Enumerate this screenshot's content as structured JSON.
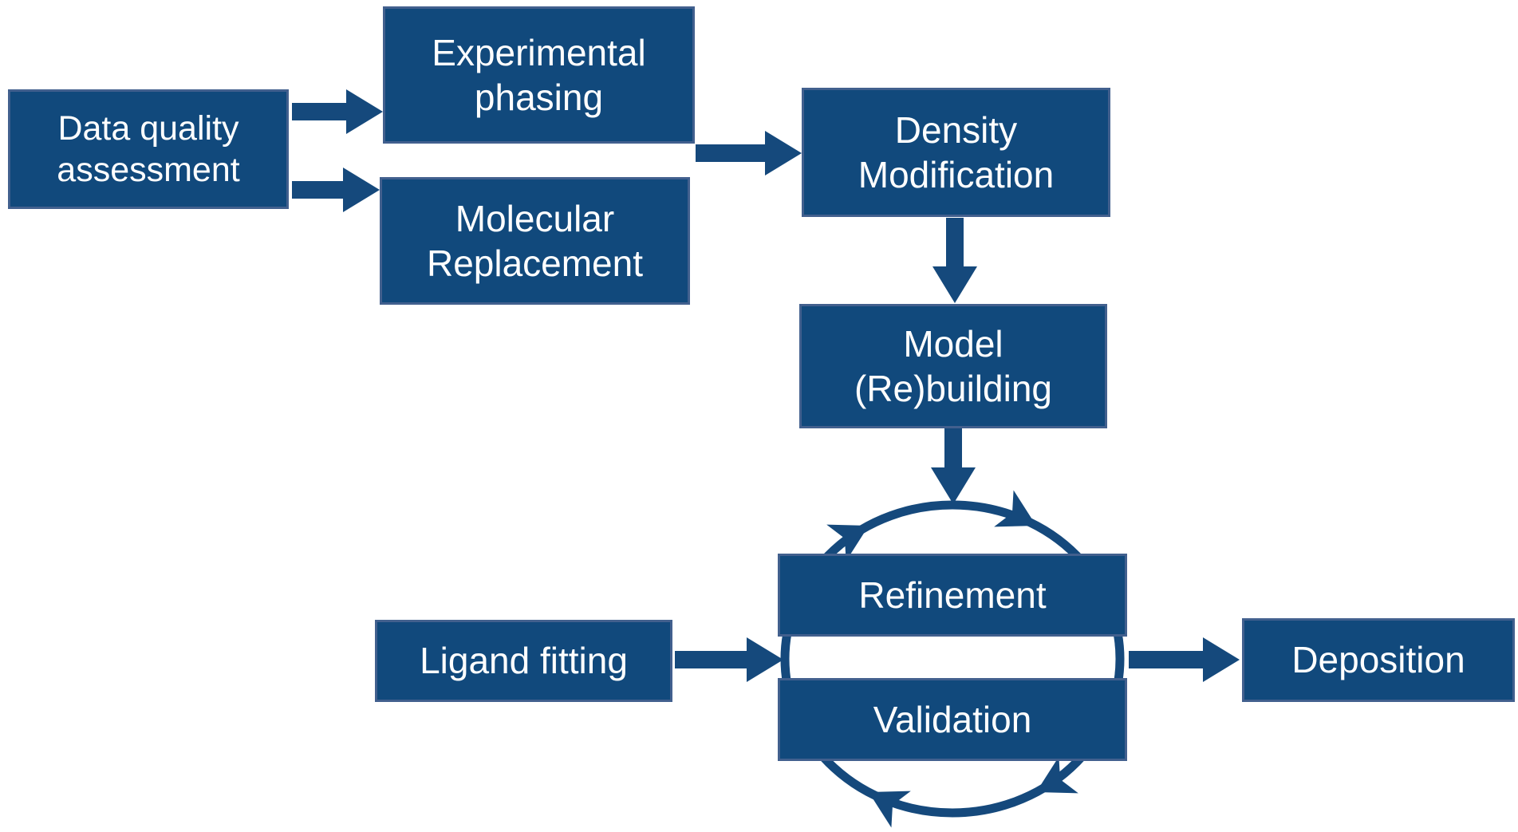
{
  "diagram": {
    "type": "flowchart",
    "colors": {
      "box_fill": "#11497c",
      "box_border": "#42608e",
      "arrow": "#15497c",
      "text": "#ffffff",
      "background": "#ffffff"
    },
    "nodes": {
      "data_quality": {
        "lines": [
          "Data quality",
          "assessment"
        ]
      },
      "experimental_phasing": {
        "lines": [
          "Experimental",
          "phasing"
        ]
      },
      "molecular_replacement": {
        "lines": [
          "Molecular",
          "Replacement"
        ]
      },
      "density_modification": {
        "lines": [
          "Density",
          "Modification"
        ]
      },
      "model_rebuilding": {
        "lines": [
          "Model",
          "(Re)building"
        ]
      },
      "refinement": {
        "lines": [
          "Refinement"
        ]
      },
      "validation": {
        "lines": [
          "Validation"
        ]
      },
      "ligand_fitting": {
        "lines": [
          "Ligand fitting"
        ]
      },
      "deposition": {
        "lines": [
          "Deposition"
        ]
      }
    },
    "edges": [
      {
        "from": "Data quality assessment",
        "to": "Experimental phasing"
      },
      {
        "from": "Data quality assessment",
        "to": "Molecular Replacement"
      },
      {
        "from": "Experimental phasing / Molecular Replacement",
        "to": "Density Modification"
      },
      {
        "from": "Density Modification",
        "to": "Model (Re)building"
      },
      {
        "from": "Model (Re)building",
        "to": "Refinement / Validation cycle"
      },
      {
        "from": "Ligand fitting",
        "to": "Refinement / Validation cycle"
      },
      {
        "from": "Refinement / Validation cycle",
        "to": "Deposition"
      }
    ],
    "cycle": {
      "nodes": [
        "Refinement",
        "Validation"
      ],
      "direction": "clockwise",
      "arrowhead_count": 4
    }
  }
}
